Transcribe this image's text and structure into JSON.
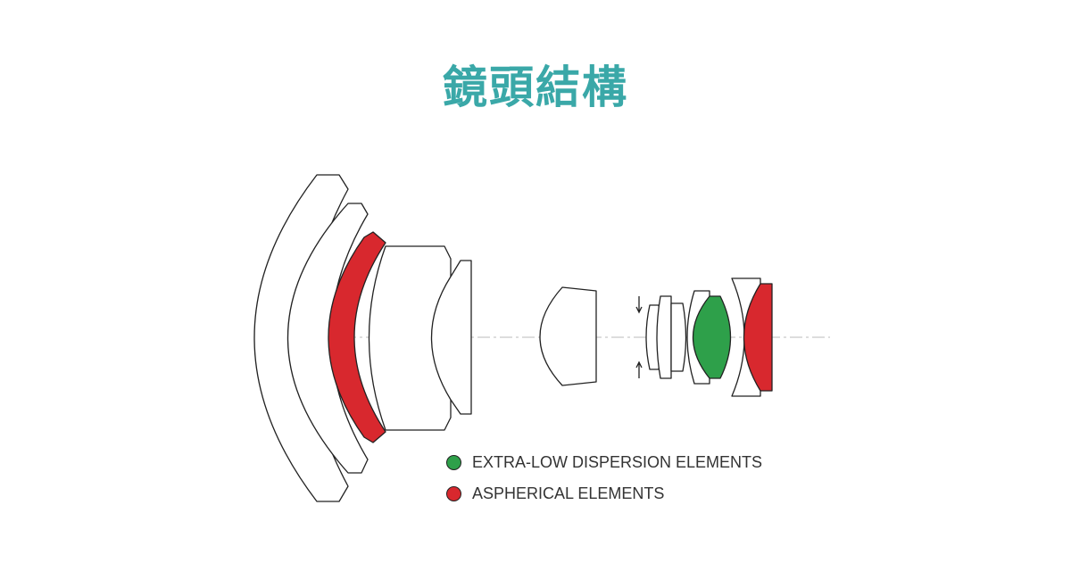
{
  "title": "鏡頭結構",
  "colors": {
    "title": "#3aa8a8",
    "ed": "#2ea04a",
    "aspherical": "#d8282e"
  },
  "legend": [
    {
      "label": "EXTRA-LOW DISPERSION ELEMENTS",
      "color": "#2ea04a"
    },
    {
      "label": "ASPHERICAL ELEMENTS",
      "color": "#d8282e"
    }
  ]
}
